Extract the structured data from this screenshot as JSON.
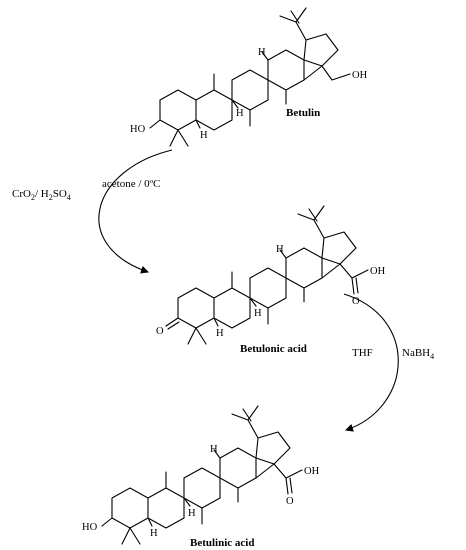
{
  "compounds": {
    "betulin": "Betulin",
    "betulonic_acid": "Betulonic acid",
    "betulinic_acid": "Betulinic acid"
  },
  "step1": {
    "reagent_prefix": "CrO",
    "reagent_sub1": "2",
    "reagent_mid": "/ H",
    "reagent_sub2": "2",
    "reagent_mid2": "SO",
    "reagent_sub3": "4",
    "conditions": "acetone / 0ºC"
  },
  "step2": {
    "solvent": "THF",
    "reagent_prefix": "NaBH",
    "reagent_sub": "4"
  },
  "atoms": {
    "ho": "HO",
    "oh": "OH",
    "o": "O",
    "h": "H"
  }
}
